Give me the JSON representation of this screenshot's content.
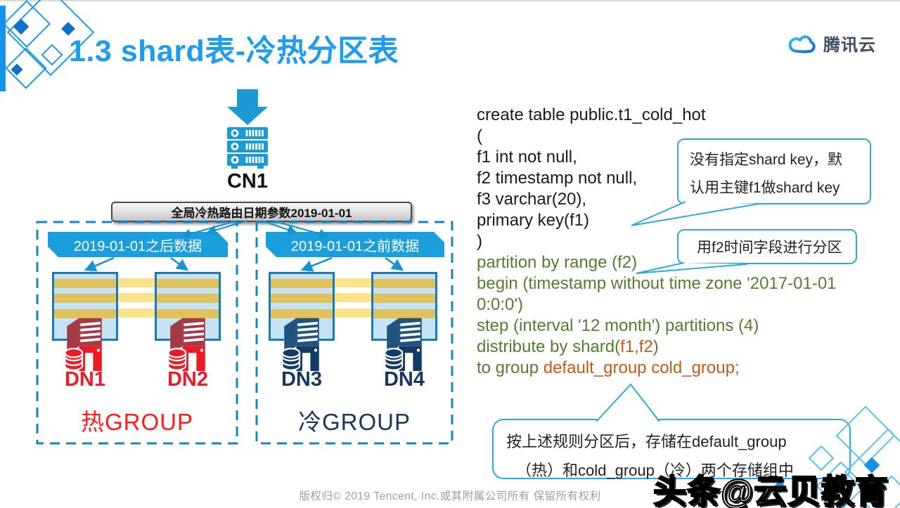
{
  "slide": {
    "title": "1.3 shard表-冷热分区表",
    "logo_text": "腾讯云",
    "footer": "版权归© 2019 Tencent, Inc.或其附属公司所有 保留所有权利",
    "watermark": "头条@云贝教育"
  },
  "diagram": {
    "cn_label": "CN1",
    "router_banner": "全局冷热路由日期参数2019-01-01",
    "groups": [
      {
        "id": "hot",
        "data_label": "2019-01-01之后数据",
        "nodes": [
          {
            "label": "DN1"
          },
          {
            "label": "DN2"
          }
        ],
        "group_label": "热GROUP",
        "color": "#ED1C24"
      },
      {
        "id": "cold",
        "data_label": "2019-01-01之前数据",
        "nodes": [
          {
            "label": "DN3"
          },
          {
            "label": "DN4"
          }
        ],
        "group_label": "冷GROUP",
        "color": "#17375E"
      }
    ]
  },
  "sql": {
    "line1": "create table public.t1_cold_hot",
    "line2": "(",
    "line3": "f1 int not null,",
    "line4": "f2 timestamp not null,",
    "line5": "f3 varchar(20),",
    "line6": "primary key(f1)",
    "line7": ")",
    "line8": "partition by range (f2)",
    "line9a": "begin (timestamp without time zone '2017-01-01",
    "line9b": "0:0:0')",
    "line10": "step (interval '12 month') partitions (4)",
    "line11_pre": "distribute by shard(",
    "line11_args": "f1,f2",
    "line11_close": ")",
    "line12_pre": "to group ",
    "line12_groups": "default_group cold_group;"
  },
  "callouts": {
    "shard_key": {
      "line1": "没有指定shard key，默",
      "line2": "认用主键f1做shard key"
    },
    "partition": {
      "text": "用f2时间字段进行分区"
    },
    "storage": {
      "line1": "按上述规则分区后，存储在default_group",
      "line2": "（热）和cold_group（冷）两个存储组中"
    }
  },
  "colors": {
    "accent_blue": "#1E9CF0",
    "diagram_blue": "#1B9FDC",
    "sql_green": "#557E2B",
    "sql_orange": "#C55A11",
    "hot_red": "#ED1C24",
    "cold_navy": "#17375E"
  }
}
